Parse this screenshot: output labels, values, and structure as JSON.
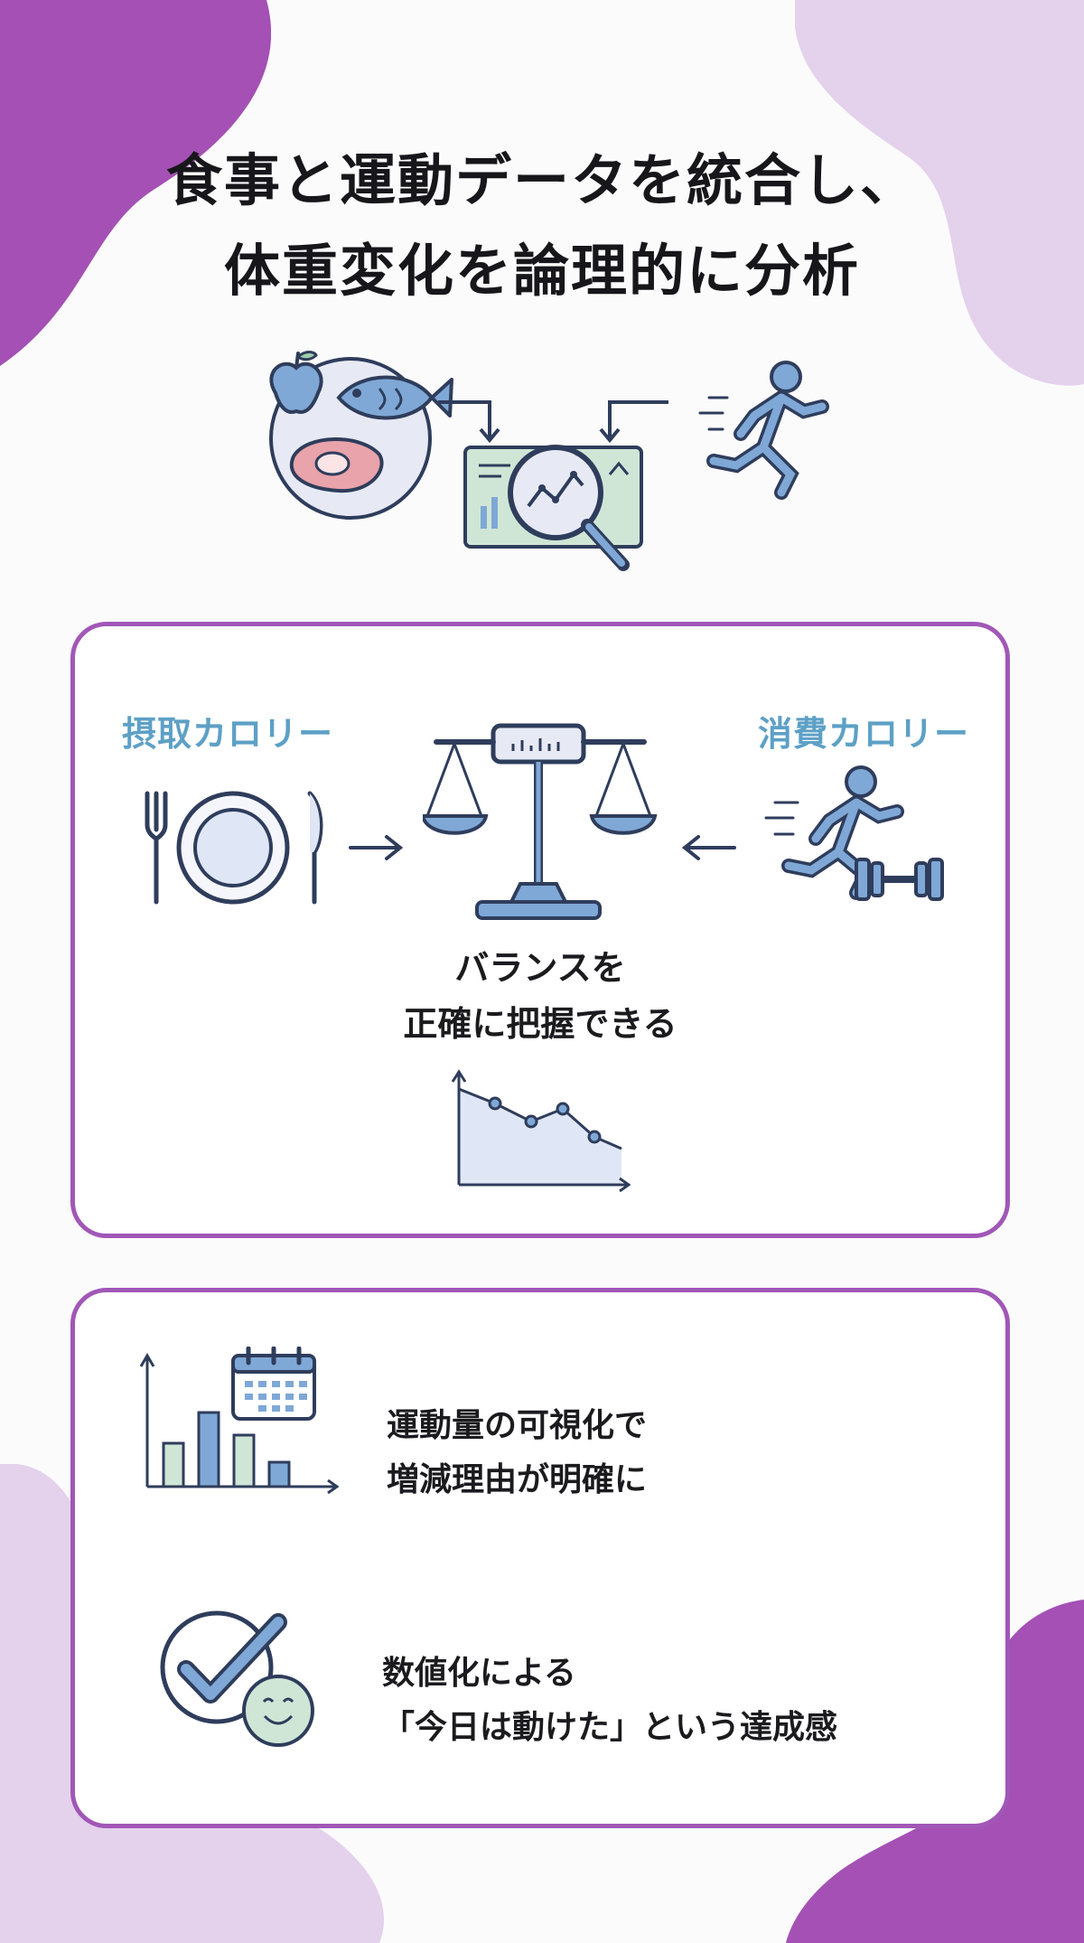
{
  "title": {
    "line1": "食事と運動データを統合し、",
    "line2": "体重変化を論理的に分析"
  },
  "hero": {
    "icons": [
      "apple-icon",
      "fish-icon",
      "steak-icon",
      "magnifier-chart-icon",
      "runner-icon"
    ]
  },
  "balance_card": {
    "intake_label": "摂取カロリー",
    "burn_label": "消費カロリー",
    "message_line1": "バランスを",
    "message_line2": "正確に把握できる",
    "icons": [
      "plate-icon",
      "scale-icon",
      "runner-icon",
      "dumbbell-icon",
      "trend-chart-icon"
    ]
  },
  "features_card": {
    "items": [
      {
        "line1": "運動量の可視化で",
        "line2": "増減理由が明確に",
        "icon": "bar-chart-calendar-icon"
      },
      {
        "line1": "数値化による",
        "line2": "「今日は動けた」という達成感",
        "icon": "check-smile-icon"
      }
    ]
  },
  "colors": {
    "accent_purple": "#a157b7",
    "light_purple": "#e2cfe9",
    "label_blue": "#5da0c6",
    "icon_stroke": "#2f3d5c",
    "icon_fill_blue": "#7fa8d6",
    "icon_fill_green": "#cfe6d6"
  }
}
